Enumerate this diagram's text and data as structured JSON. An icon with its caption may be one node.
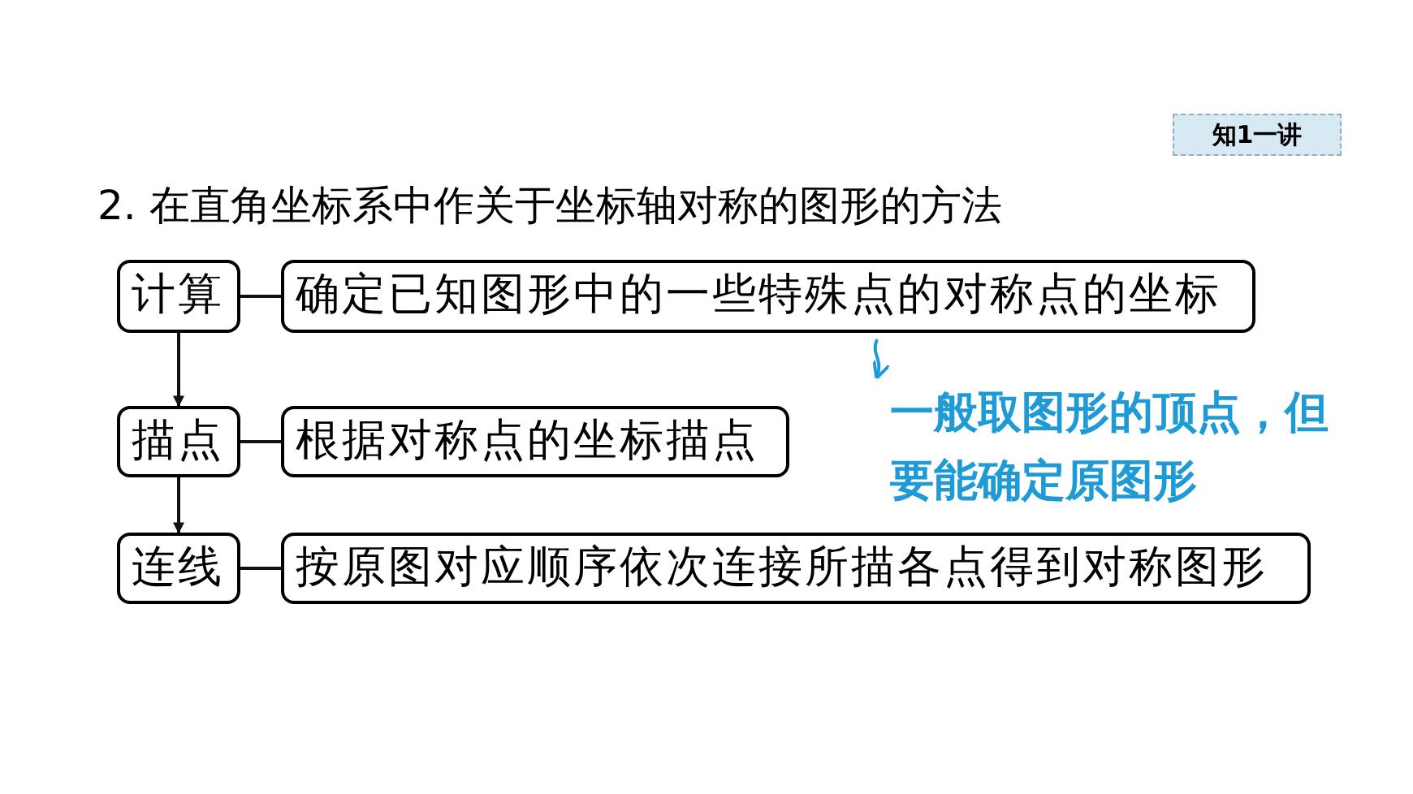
{
  "diagram": {
    "title": "2. 在直角坐标系中作关于坐标轴对称的图形的方法",
    "nodes": [
      {
        "text": [
          "计算"
        ]
      },
      {
        "text": [
          "确定已知图形中的一些特殊点的对称点的坐标"
        ]
      },
      {
        "text": [
          "描点"
        ]
      },
      {
        "text": [
          "根据对称点的坐标描点"
        ]
      },
      {
        "text": [
          "连线"
        ]
      },
      {
        "text": [
          "按原图对应顺序依次连接所描各点得到对称图形"
        ]
      },
      {
        "text": [
          "一般取图形的顶点，但要能确定原图形"
        ]
      }
    ],
    "edges": [
      {
        "from": 0,
        "to": 1,
        "arrow": "none"
      },
      {
        "from": 0,
        "to": 2,
        "arrow": "to"
      },
      {
        "from": 2,
        "to": 3,
        "arrow": "none"
      },
      {
        "from": 2,
        "to": 4,
        "arrow": "to"
      },
      {
        "from": 4,
        "to": 5,
        "arrow": "none"
      },
      {
        "from": 1,
        "to": 6,
        "arrow": "to",
        "color": "#1e9bd7"
      }
    ],
    "labels": [
      "知1一讲"
    ]
  }
}
